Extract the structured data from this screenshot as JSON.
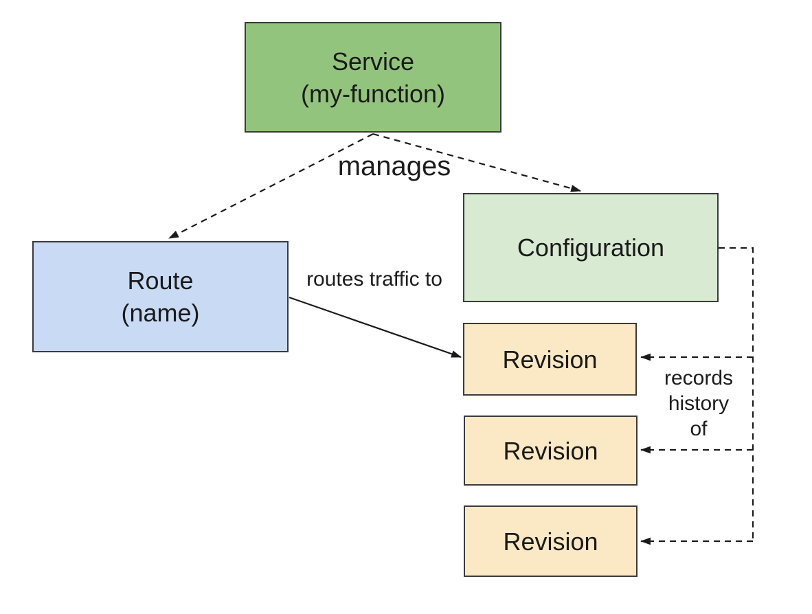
{
  "diagram": {
    "nodes": {
      "service": {
        "label_line1": "Service",
        "label_line2": "(my-function)",
        "fill": "#93C47D"
      },
      "route": {
        "label_line1": "Route",
        "label_line2": "(name)",
        "fill": "#C9DAF5"
      },
      "configuration": {
        "label": "Configuration",
        "fill": "#D9EAD3"
      },
      "revision": {
        "label": "Revision",
        "fill": "#FAE9C4",
        "count": 3
      }
    },
    "edge_labels": {
      "manages": "manages",
      "routes_traffic": "routes traffic to",
      "records_line1": "records",
      "records_line2": "history",
      "records_line3": "of"
    },
    "style": {
      "background": "#FFFFFF",
      "border_color": "#3A3A3A",
      "text_color": "#1A1A1A",
      "arrow_color": "#1A1A1A"
    }
  }
}
